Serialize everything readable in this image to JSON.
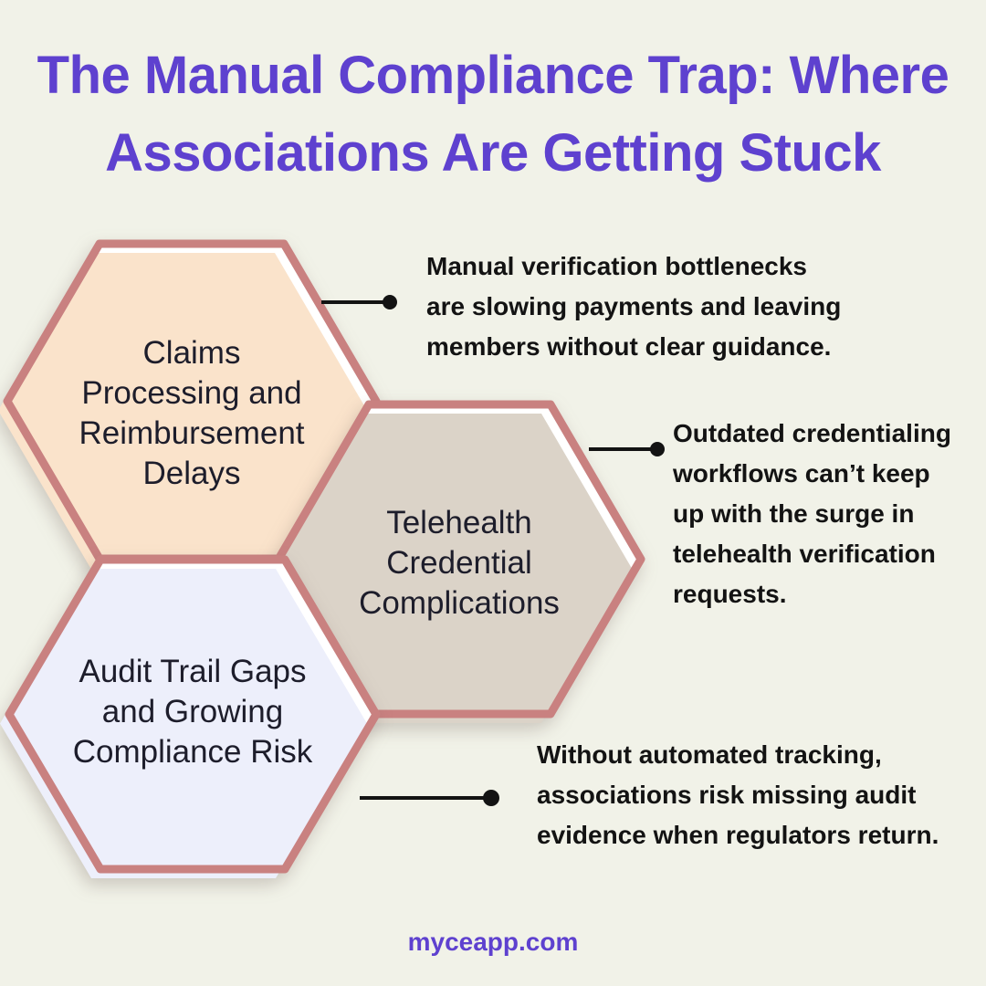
{
  "background": "#f1f2e8",
  "title": {
    "lines": [
      "The Manual Compliance Trap: Where",
      "Associations Are Getting Stuck"
    ],
    "color": "#5e41cf"
  },
  "hexagons": [
    {
      "name": "claims-processing-delays",
      "label_lines": [
        "Claims",
        "Processing and",
        "Reimbursement",
        "Delays"
      ],
      "fill": "#fae3cb",
      "border": "#c98180"
    },
    {
      "name": "telehealth-credential-complications",
      "label_lines": [
        "Telehealth",
        "Credential",
        "Complications"
      ],
      "fill": "#dbd3c8",
      "border": "#c98180"
    },
    {
      "name": "audit-trail-gaps",
      "label_lines": [
        "Audit Trail Gaps",
        "and Growing",
        "Compliance Risk"
      ],
      "fill": "#edeffb",
      "border": "#c98180"
    }
  ],
  "label_color": "#1d1d2b",
  "descriptions": [
    {
      "lines": [
        "Manual verification bottlenecks",
        "are slowing payments and leaving",
        "members without clear guidance."
      ]
    },
    {
      "lines": [
        "Outdated credentialing",
        "workflows can’t keep",
        "up with the surge in",
        "telehealth verification",
        "requests."
      ]
    },
    {
      "lines": [
        "Without automated tracking,",
        "associations risk missing audit",
        "evidence when regulators return."
      ]
    }
  ],
  "description_color": "#131313",
  "connector_color": "#131313",
  "footer": {
    "text": "myceapp.com",
    "color": "#5e41cf"
  }
}
